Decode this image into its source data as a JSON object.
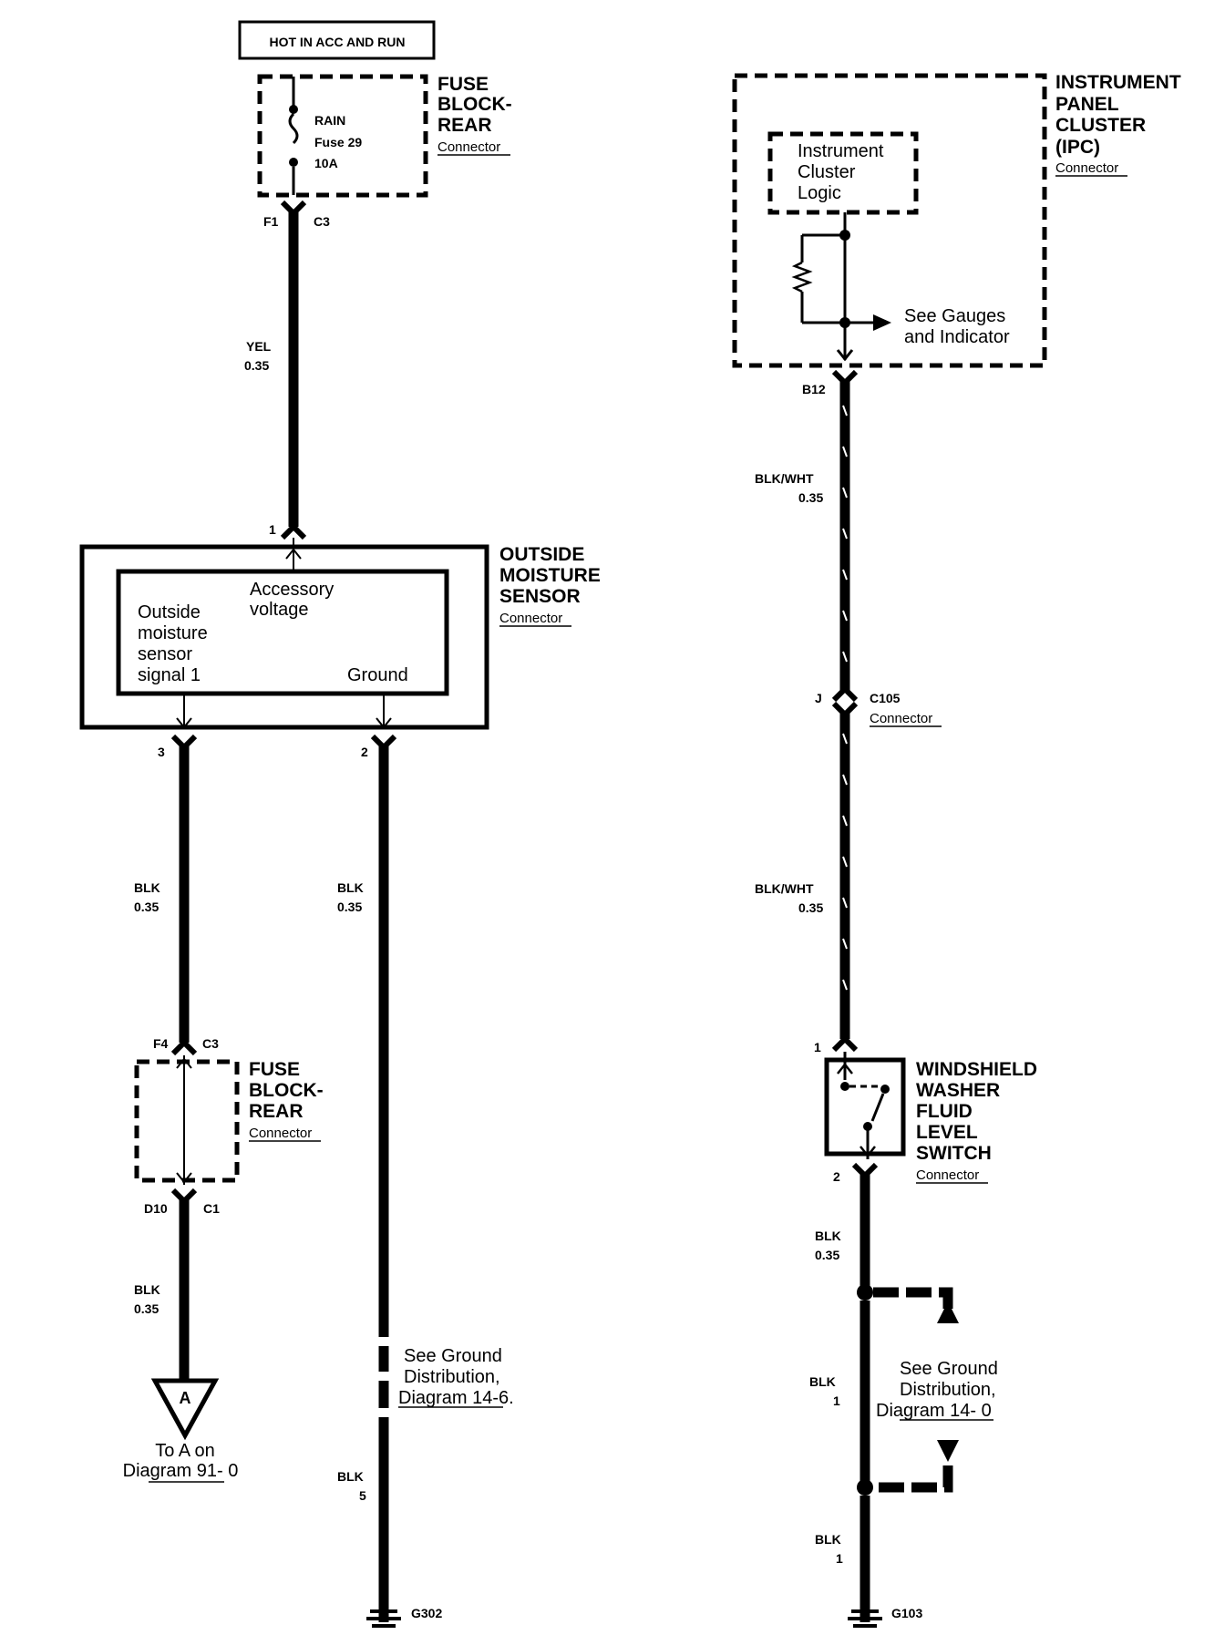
{
  "header": {
    "power_label": "HOT IN ACC AND RUN"
  },
  "fuse_block_top": {
    "title_lines": [
      "FUSE",
      "BLOCK-",
      "REAR"
    ],
    "connector": "Connector",
    "fuse_name": "RAIN",
    "fuse_number": "Fuse 29",
    "fuse_rating": "10A",
    "pin_left": "F1",
    "pin_right": "C3"
  },
  "wire_yel": {
    "color": "YEL",
    "gauge": "0.35"
  },
  "moisture_sensor": {
    "pin_top": "1",
    "title_lines": [
      "OUTSIDE",
      "MOISTURE",
      "SENSOR"
    ],
    "connector": "Connector",
    "accessory_lines": [
      "Accessory",
      "voltage"
    ],
    "signal_lines": [
      "Outside",
      "moisture",
      "sensor",
      "signal 1"
    ],
    "ground_label": "Ground",
    "pin_signal": "3",
    "pin_ground": "2"
  },
  "wire_blk_signal": {
    "color": "BLK",
    "gauge": "0.35"
  },
  "wire_blk_ground": {
    "color": "BLK",
    "gauge": "0.35"
  },
  "fuse_block_bottom": {
    "title_lines": [
      "FUSE",
      "BLOCK-",
      "REAR"
    ],
    "connector": "Connector",
    "pin_top_left": "F4",
    "pin_top_right": "C3",
    "pin_bottom_left": "D10",
    "pin_bottom_right": "C1"
  },
  "wire_blk_to_a": {
    "color": "BLK",
    "gauge": "0.35"
  },
  "offpage_a": {
    "letter": "A",
    "line1": "To A on",
    "line2": "Diagram 91- 0"
  },
  "ground_dist_left": {
    "lines": [
      "See Ground",
      "Distribution,",
      "Diagram 14-6."
    ]
  },
  "wire_blk_5": {
    "color": "BLK",
    "gauge": "5"
  },
  "ground_left": {
    "label": "G302"
  },
  "ipc": {
    "title_lines": [
      "INSTRUMENT",
      "PANEL",
      "CLUSTER",
      "(IPC)"
    ],
    "connector": "Connector",
    "logic_lines": [
      "Instrument",
      "Cluster",
      "Logic"
    ],
    "gauges_lines": [
      "See Gauges",
      "and Indicator"
    ],
    "pin": "B12"
  },
  "wire_blkwht_1": {
    "color": "BLK/WHT",
    "gauge": "0.35"
  },
  "c105": {
    "pin": "J",
    "name": "C105",
    "connector": "Connector"
  },
  "wire_blkwht_2": {
    "color": "BLK/WHT",
    "gauge": "0.35"
  },
  "washer_switch": {
    "pin_top": "1",
    "pin_bottom": "2",
    "title_lines": [
      "WINDSHIELD",
      "WASHER",
      "FLUID",
      "LEVEL",
      "SWITCH"
    ],
    "connector": "Connector"
  },
  "wire_blk_washer": {
    "color": "BLK",
    "gauge": "0.35"
  },
  "wire_blk_splice": {
    "color": "BLK",
    "gauge": "1"
  },
  "ground_dist_right": {
    "lines": [
      "See Ground",
      "Distribution,",
      "Diagram 14- 0"
    ]
  },
  "wire_blk_g103": {
    "color": "BLK",
    "gauge": "1"
  },
  "ground_right": {
    "label": "G103"
  }
}
